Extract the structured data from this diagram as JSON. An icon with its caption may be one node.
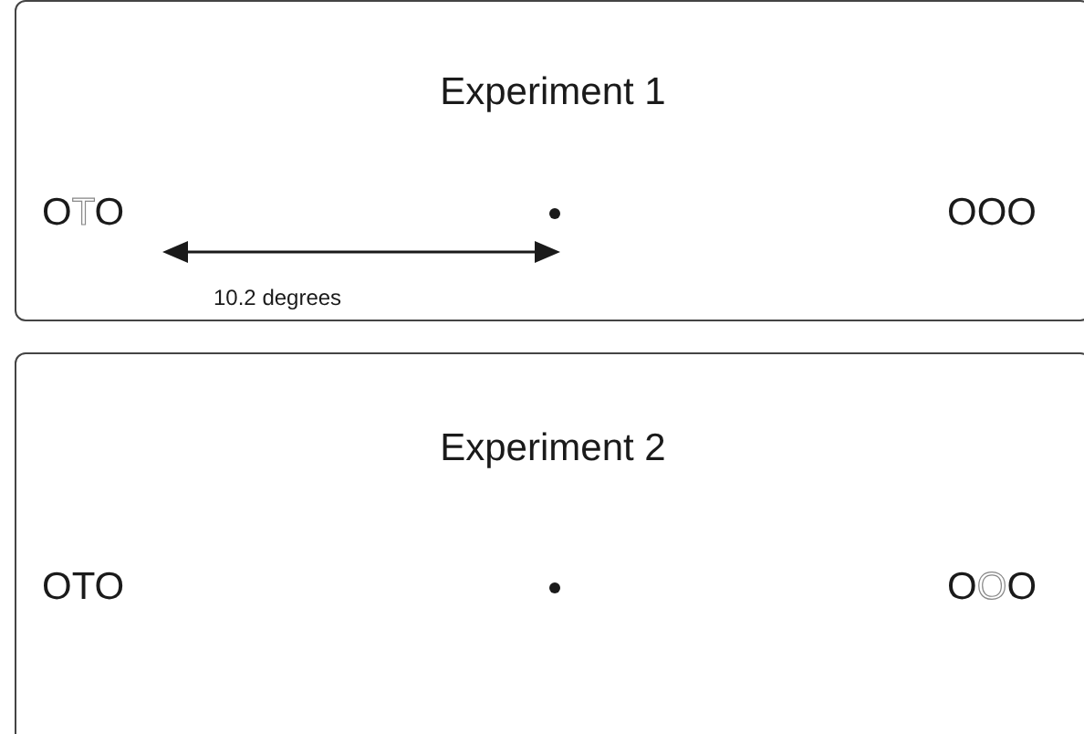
{
  "diagram": {
    "nodes": [
      {
        "text": [
          "Experiment 1"
        ]
      },
      {
        "text": [
          "Experiment 2"
        ]
      }
    ],
    "labels": [
      "OTO",
      "OOO",
      "10.2 degrees",
      "OTO",
      "OOO"
    ]
  }
}
